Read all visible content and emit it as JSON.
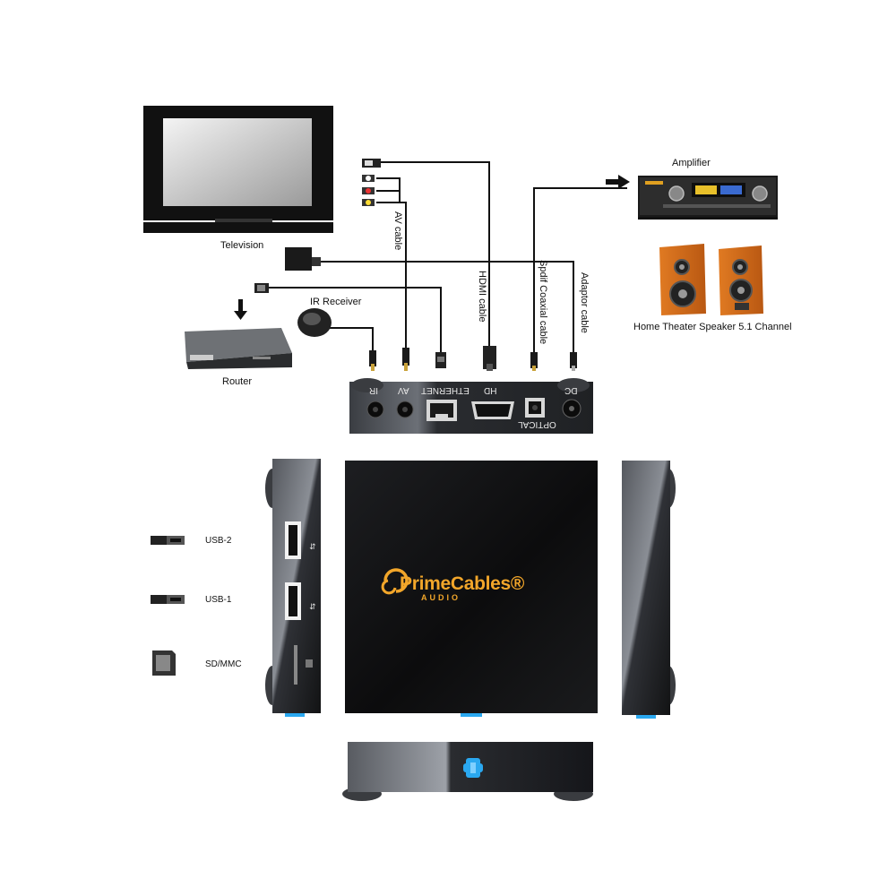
{
  "devices": {
    "television": "Television",
    "router": "Router",
    "ir_receiver": "IR Receiver",
    "amplifier": "Amplifier",
    "speakers": "Home Theater Speaker 5.1 Channel"
  },
  "cables": {
    "av": "AV cable",
    "hdmi": "HDMI cable",
    "spdif": "Spdif Coaxial cable",
    "adaptor": "Adaptor cable"
  },
  "ports": {
    "ir": "IR",
    "av": "AV",
    "ethernet": "ETHERNET",
    "hd": "HD",
    "dc": "DC",
    "optical": "OPTICAL"
  },
  "side_ports": {
    "usb2": "USB-2",
    "usb1": "USB-1",
    "sd": "SD/MMC"
  },
  "brand": {
    "name": "PrimeCables®",
    "sub": "AUDIO"
  },
  "colors": {
    "brand_orange": "#f2a62a",
    "led_blue": "#2aa8f0",
    "device_black": "#111111"
  }
}
